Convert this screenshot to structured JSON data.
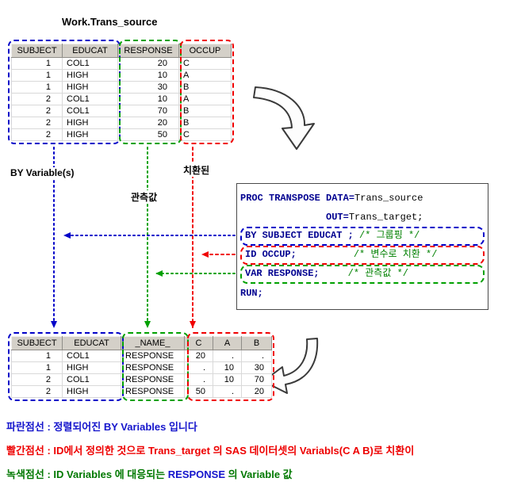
{
  "title": "Work.Trans_source",
  "colors": {
    "keyword": "#000090",
    "comment": "#008000",
    "plain": "#000000",
    "blue": "#1515cc",
    "red": "#ee0000",
    "green": "#007800"
  },
  "source_table": {
    "columns": [
      "SUBJECT",
      "EDUCAT",
      "RESPONSE",
      "OCCUP"
    ],
    "rows": [
      [
        "1",
        "COL1",
        "20",
        "C"
      ],
      [
        "1",
        "HIGH",
        "10",
        "A"
      ],
      [
        "1",
        "HIGH",
        "30",
        "B"
      ],
      [
        "2",
        "COL1",
        "10",
        "A"
      ],
      [
        "2",
        "COL1",
        "70",
        "B"
      ],
      [
        "2",
        "HIGH",
        "20",
        "B"
      ],
      [
        "2",
        "HIGH",
        "50",
        "C"
      ]
    ]
  },
  "target_table": {
    "columns": [
      "SUBJECT",
      "EDUCAT",
      "_NAME_",
      "C",
      "A",
      "B"
    ],
    "rows": [
      [
        "1",
        "COL1",
        "RESPONSE",
        "20",
        ".",
        "."
      ],
      [
        "1",
        "HIGH",
        "RESPONSE",
        ".",
        "10",
        "30"
      ],
      [
        "2",
        "COL1",
        "RESPONSE",
        ".",
        "10",
        "70"
      ],
      [
        "2",
        "HIGH",
        "RESPONSE",
        "50",
        ".",
        "20"
      ]
    ]
  },
  "labels": {
    "by_variables": "BY Variable(s)",
    "observed": "관측값",
    "transposed": "치환된"
  },
  "code": {
    "lines": [
      {
        "outline": null,
        "segments": [
          {
            "text": "PROC TRANSPOSE ",
            "color": "keyword",
            "bold": true
          },
          {
            "text": "DATA=",
            "color": "keyword",
            "bold": true
          },
          {
            "text": "Trans_source",
            "color": "plain",
            "bold": false
          }
        ]
      },
      {
        "outline": null,
        "segments": [
          {
            "text": "               ",
            "color": "plain",
            "bold": false
          },
          {
            "text": "OUT=",
            "color": "keyword",
            "bold": true
          },
          {
            "text": "Trans_target;",
            "color": "plain",
            "bold": false
          }
        ]
      },
      {
        "outline": "blue",
        "segments": [
          {
            "text": "BY SUBJECT EDUCAT ;",
            "color": "keyword",
            "bold": true
          },
          {
            "text": " ",
            "color": "plain",
            "bold": false
          },
          {
            "text": "/* 그룹핑 */",
            "color": "comment",
            "bold": false
          }
        ]
      },
      {
        "outline": "red",
        "segments": [
          {
            "text": "ID OCCUP;",
            "color": "keyword",
            "bold": true
          },
          {
            "text": "          ",
            "color": "plain",
            "bold": false
          },
          {
            "text": "/* 변수로 치환 */",
            "color": "comment",
            "bold": false
          }
        ]
      },
      {
        "outline": "green",
        "segments": [
          {
            "text": "VAR RESPONSE;",
            "color": "keyword",
            "bold": true
          },
          {
            "text": "     ",
            "color": "plain",
            "bold": false
          },
          {
            "text": "/* 관측값 */",
            "color": "comment",
            "bold": false
          }
        ]
      },
      {
        "outline": null,
        "segments": [
          {
            "text": "RUN;",
            "color": "keyword",
            "bold": true
          }
        ]
      }
    ]
  },
  "legend": {
    "lines": [
      {
        "name": "blue",
        "segments": [
          {
            "text": "파란점선 : ",
            "color": "blue",
            "bold": true
          },
          {
            "text": "정렬되어진 BY Variables 입니다",
            "color": "blue",
            "bold": true
          }
        ]
      },
      {
        "name": "red",
        "segments": [
          {
            "text": "빨간점선 : ",
            "color": "red",
            "bold": true
          },
          {
            "text": "ID에서 정의한 것으로 Trans_target 의 SAS 데이터셋의 Variabls(C A B)로 치환이",
            "color": "red",
            "bold": true
          }
        ]
      },
      {
        "name": "green",
        "segments": [
          {
            "text": "녹색점선 : ",
            "color": "green",
            "bold": true
          },
          {
            "text": "ID Variables 에 대응되는 ",
            "color": "green",
            "bold": true
          },
          {
            "text": "RESPONSE",
            "color": "blue",
            "bold": true
          },
          {
            "text": " 의 Variable 값",
            "color": "green",
            "bold": true
          }
        ]
      }
    ]
  }
}
